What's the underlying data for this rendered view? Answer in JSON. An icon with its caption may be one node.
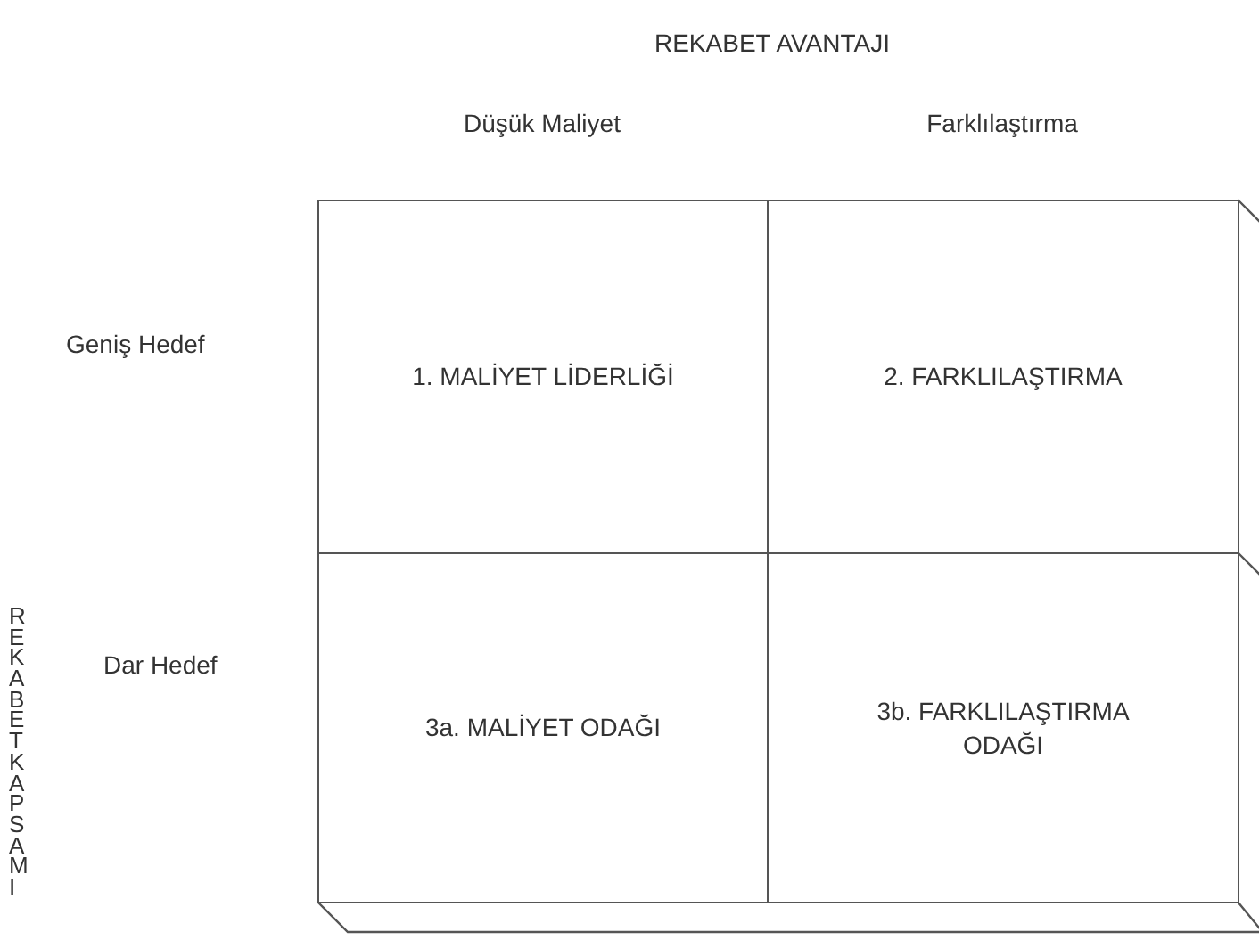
{
  "diagram": {
    "title": "REKABET AVANTAJI",
    "nodes": [
      {
        "text": [
          "1. MALİYET LİDERLİĞİ"
        ]
      },
      {
        "text": [
          "2. FARKLILAŞTIRMA"
        ]
      },
      {
        "text": [
          "3a. MALİYET ODAĞI"
        ]
      },
      {
        "text": [
          "3b. FARKLILAŞTIRMA ODAĞI"
        ]
      }
    ],
    "labels": [
      "Düşük Maliyet",
      "Farklılaştırma",
      "Geniş Hedef",
      "Dar Hedef",
      "REKABET KAPSAMI"
    ]
  }
}
